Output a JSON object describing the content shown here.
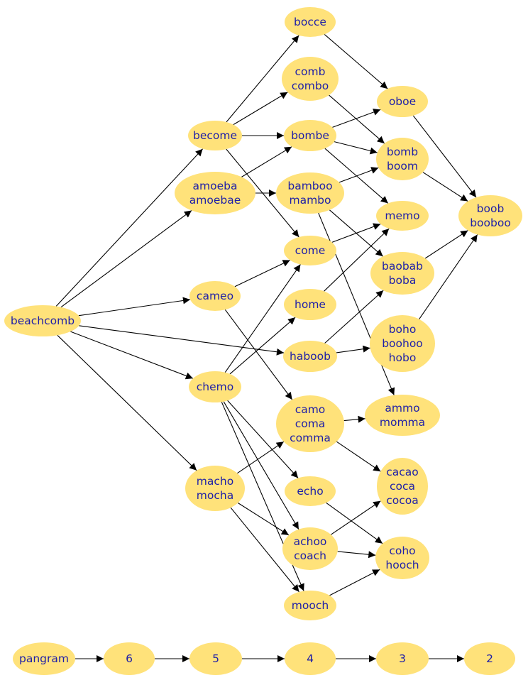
{
  "graph": {
    "colors": {
      "node_fill": "#ffe27a",
      "node_text": "#1e1ea8",
      "edge": "#000000",
      "background": "#ffffff"
    },
    "nodes": [
      {
        "id": "beachcomb",
        "lines": [
          "beachcomb"
        ]
      },
      {
        "id": "become",
        "lines": [
          "become"
        ]
      },
      {
        "id": "amoeba",
        "lines": [
          "amoeba",
          "amoebae"
        ]
      },
      {
        "id": "cameo",
        "lines": [
          "cameo"
        ]
      },
      {
        "id": "chemo",
        "lines": [
          "chemo"
        ]
      },
      {
        "id": "macho",
        "lines": [
          "macho",
          "mocha"
        ]
      },
      {
        "id": "bocce",
        "lines": [
          "bocce"
        ]
      },
      {
        "id": "comb",
        "lines": [
          "comb",
          "combo"
        ]
      },
      {
        "id": "bombe",
        "lines": [
          "bombe"
        ]
      },
      {
        "id": "bamboo",
        "lines": [
          "bamboo",
          "mambo"
        ]
      },
      {
        "id": "come",
        "lines": [
          "come"
        ]
      },
      {
        "id": "home",
        "lines": [
          "home"
        ]
      },
      {
        "id": "haboob",
        "lines": [
          "haboob"
        ]
      },
      {
        "id": "camo",
        "lines": [
          "camo",
          "coma",
          "comma"
        ]
      },
      {
        "id": "echo",
        "lines": [
          "echo"
        ]
      },
      {
        "id": "achoo",
        "lines": [
          "achoo",
          "coach"
        ]
      },
      {
        "id": "mooch",
        "lines": [
          "mooch"
        ]
      },
      {
        "id": "oboe",
        "lines": [
          "oboe"
        ]
      },
      {
        "id": "bomb",
        "lines": [
          "bomb",
          "boom"
        ]
      },
      {
        "id": "memo",
        "lines": [
          "memo"
        ]
      },
      {
        "id": "baobab",
        "lines": [
          "baobab",
          "boba"
        ]
      },
      {
        "id": "boho",
        "lines": [
          "boho",
          "boohoo",
          "hobo"
        ]
      },
      {
        "id": "ammo",
        "lines": [
          "ammo",
          "momma"
        ]
      },
      {
        "id": "cacao",
        "lines": [
          "cacao",
          "coca",
          "cocoa"
        ]
      },
      {
        "id": "coho",
        "lines": [
          "coho",
          "hooch"
        ]
      },
      {
        "id": "boob",
        "lines": [
          "boob",
          "booboo"
        ]
      },
      {
        "id": "pangram",
        "lines": [
          "pangram"
        ]
      },
      {
        "id": "n6",
        "lines": [
          "6"
        ]
      },
      {
        "id": "n5",
        "lines": [
          "5"
        ]
      },
      {
        "id": "n4",
        "lines": [
          "4"
        ]
      },
      {
        "id": "n3",
        "lines": [
          "3"
        ]
      },
      {
        "id": "n2",
        "lines": [
          "2"
        ]
      }
    ],
    "edges": [
      [
        "beachcomb",
        "become"
      ],
      [
        "beachcomb",
        "amoeba"
      ],
      [
        "beachcomb",
        "cameo"
      ],
      [
        "beachcomb",
        "haboob"
      ],
      [
        "beachcomb",
        "chemo"
      ],
      [
        "beachcomb",
        "macho"
      ],
      [
        "become",
        "bocce"
      ],
      [
        "become",
        "comb"
      ],
      [
        "become",
        "bombe"
      ],
      [
        "become",
        "come"
      ],
      [
        "amoeba",
        "bombe"
      ],
      [
        "amoeba",
        "bamboo"
      ],
      [
        "cameo",
        "come"
      ],
      [
        "cameo",
        "camo"
      ],
      [
        "chemo",
        "come"
      ],
      [
        "chemo",
        "home"
      ],
      [
        "chemo",
        "echo"
      ],
      [
        "chemo",
        "mooch"
      ],
      [
        "chemo",
        "achoo"
      ],
      [
        "macho",
        "camo"
      ],
      [
        "macho",
        "achoo"
      ],
      [
        "macho",
        "mooch"
      ],
      [
        "bocce",
        "oboe"
      ],
      [
        "comb",
        "bomb"
      ],
      [
        "bombe",
        "oboe"
      ],
      [
        "bombe",
        "bomb"
      ],
      [
        "bombe",
        "memo"
      ],
      [
        "bamboo",
        "bomb"
      ],
      [
        "bamboo",
        "baobab"
      ],
      [
        "bamboo",
        "ammo"
      ],
      [
        "come",
        "memo"
      ],
      [
        "home",
        "memo"
      ],
      [
        "haboob",
        "baobab"
      ],
      [
        "haboob",
        "boho"
      ],
      [
        "camo",
        "ammo"
      ],
      [
        "camo",
        "cacao"
      ],
      [
        "echo",
        "coho"
      ],
      [
        "achoo",
        "cacao"
      ],
      [
        "achoo",
        "coho"
      ],
      [
        "mooch",
        "coho"
      ],
      [
        "oboe",
        "boob"
      ],
      [
        "bomb",
        "boob"
      ],
      [
        "baobab",
        "boob"
      ],
      [
        "boho",
        "boob"
      ],
      [
        "pangram",
        "n6"
      ],
      [
        "n6",
        "n5"
      ],
      [
        "n5",
        "n4"
      ],
      [
        "n4",
        "n3"
      ],
      [
        "n3",
        "n2"
      ]
    ]
  }
}
